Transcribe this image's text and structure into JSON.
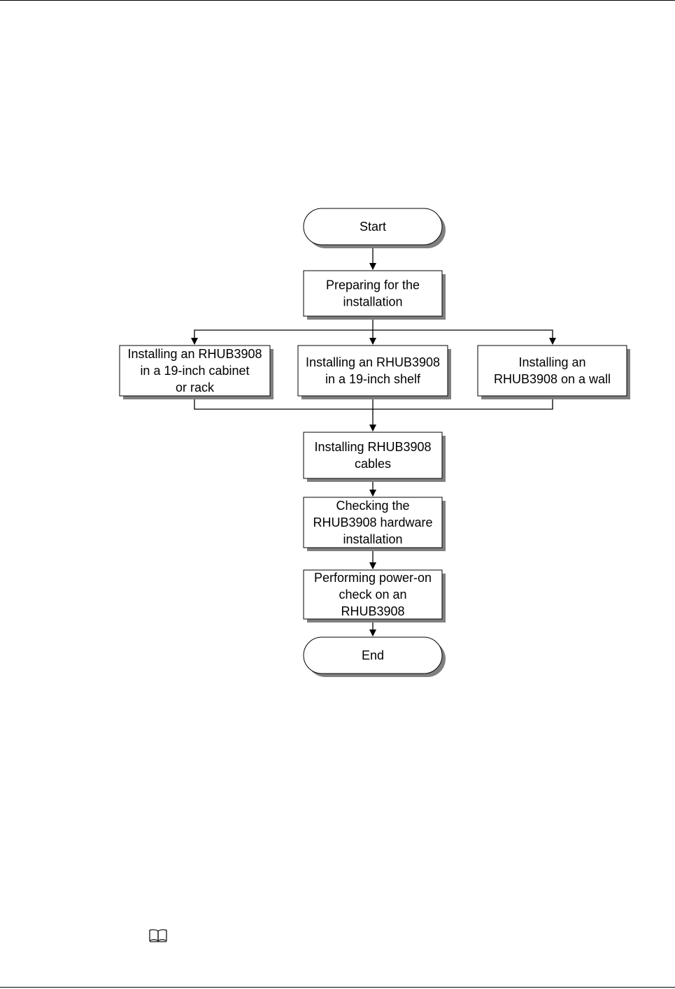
{
  "flowchart": {
    "nodes": [
      {
        "id": "start",
        "shape": "terminal",
        "lines": [
          "Start"
        ]
      },
      {
        "id": "prepare",
        "shape": "process",
        "lines": [
          "Preparing for the",
          "installation"
        ]
      },
      {
        "id": "cabinet",
        "shape": "process",
        "lines": [
          "Installing an RHUB3908",
          "in a 19-inch cabinet",
          "or rack"
        ]
      },
      {
        "id": "shelf",
        "shape": "process",
        "lines": [
          "Installing an RHUB3908",
          "in a 19-inch shelf"
        ]
      },
      {
        "id": "wall",
        "shape": "process",
        "lines": [
          "Installing an",
          "RHUB3908 on a wall"
        ]
      },
      {
        "id": "cables",
        "shape": "process",
        "lines": [
          "Installing RHUB3908",
          "cables"
        ]
      },
      {
        "id": "check",
        "shape": "process",
        "lines": [
          "Checking the",
          "RHUB3908 hardware",
          "installation"
        ]
      },
      {
        "id": "poweron",
        "shape": "process",
        "lines": [
          "Performing power-on",
          "check on an",
          "RHUB3908"
        ]
      },
      {
        "id": "end",
        "shape": "terminal",
        "lines": [
          "End"
        ]
      }
    ],
    "edges": [
      [
        "start",
        "prepare"
      ],
      [
        "prepare",
        "cabinet"
      ],
      [
        "prepare",
        "shelf"
      ],
      [
        "prepare",
        "wall"
      ],
      [
        "cabinet",
        "cables"
      ],
      [
        "shelf",
        "cables"
      ],
      [
        "wall",
        "cables"
      ],
      [
        "cables",
        "check"
      ],
      [
        "check",
        "poweron"
      ],
      [
        "poweron",
        "end"
      ]
    ]
  },
  "note": {
    "icon": "book-icon"
  },
  "colors": {
    "stroke": "#000000",
    "shadow": "#808080",
    "fill": "#ffffff"
  }
}
